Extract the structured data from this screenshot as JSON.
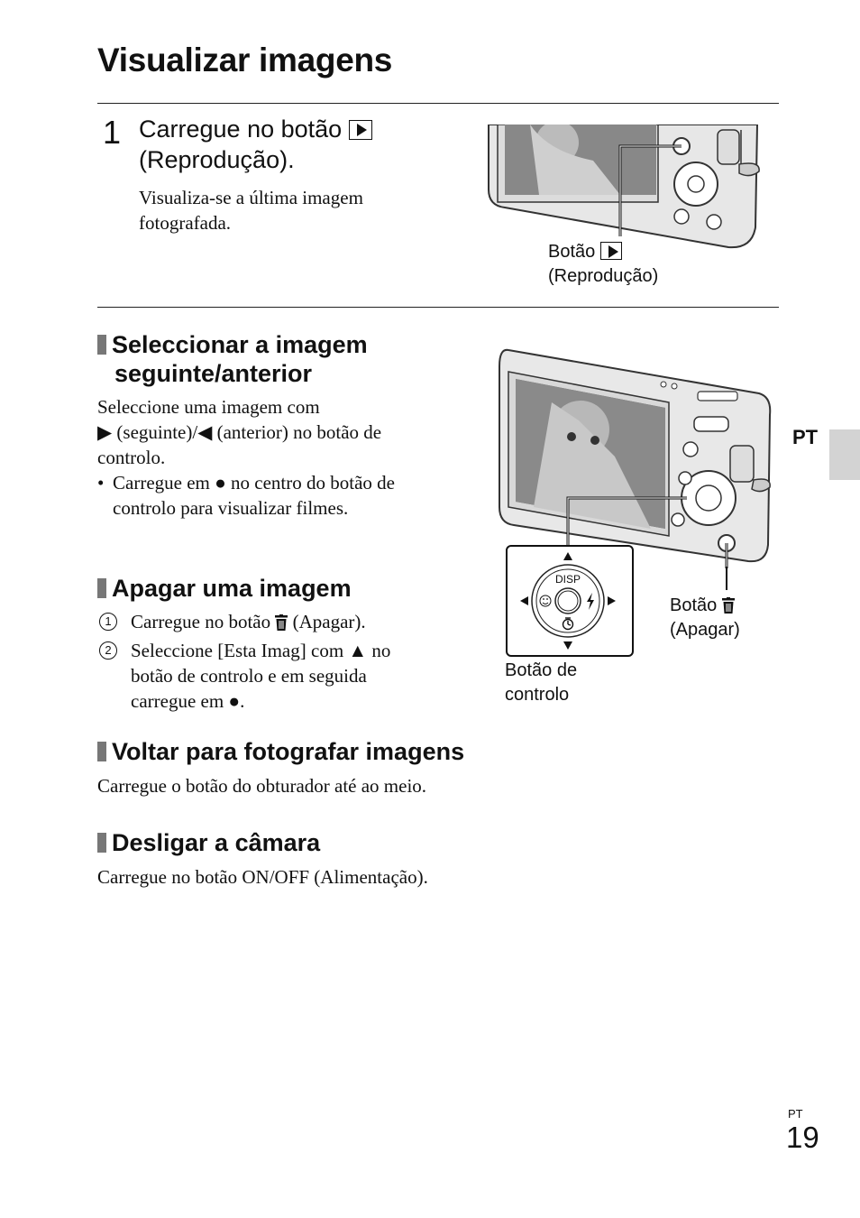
{
  "page": {
    "title": "Visualizar imagens",
    "lang_tab": "PT",
    "page_lang": "PT",
    "page_number": "19"
  },
  "step1": {
    "number": "1",
    "title_line1": "Carregue no botão",
    "title_line2": "(Reprodução).",
    "desc_line1": "Visualiza-se a última imagem",
    "desc_line2": "fotografada.",
    "caption_line1": "Botão",
    "caption_line2": "(Reprodução)"
  },
  "sections": {
    "select": {
      "title_line1": "Seleccionar a imagem",
      "title_line2": "seguinte/anterior",
      "line1": "Seleccione uma imagem com",
      "line2_a": "▶ (seguinte)/◀ (anterior) no botão de",
      "line3": "controlo.",
      "bullet_a": "Carregue em ● no centro do botão de",
      "bullet_b": "controlo para visualizar filmes."
    },
    "delete": {
      "title": "Apagar uma imagem",
      "item1_num": "1",
      "item1_a": "Carregue no botão",
      "item1_b": "(Apagar).",
      "item2_num": "2",
      "item2_line1": "Seleccione [Esta Imag] com ▲ no",
      "item2_line2": "botão de controlo e em seguida",
      "item2_line3": "carregue em ●."
    },
    "back": {
      "title": "Voltar para fotografar imagens",
      "text": "Carregue o botão do obturador até ao meio."
    },
    "off": {
      "title": "Desligar a câmara",
      "text": "Carregue no botão ON/OFF (Alimentação)."
    }
  },
  "figure2": {
    "disp_label": "DISP",
    "delete_caption_line1": "Botão",
    "delete_caption_line2": "(Apagar)",
    "control_caption_line1": "Botão de",
    "control_caption_line2": "controlo"
  }
}
